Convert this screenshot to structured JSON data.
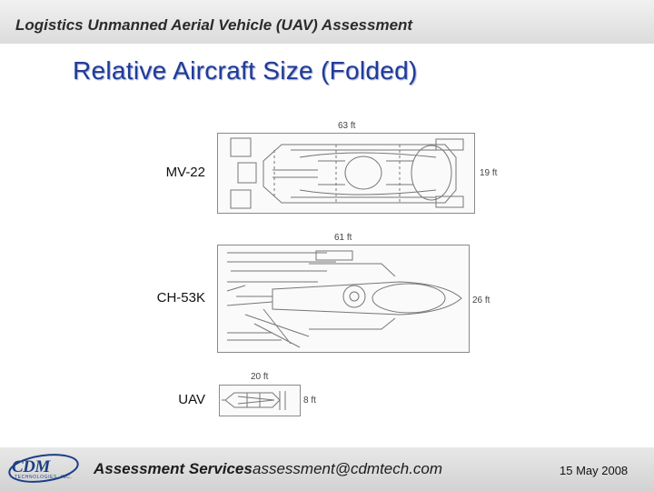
{
  "header": {
    "title": "Logistics Unmanned Aerial Vehicle (UAV) Assessment"
  },
  "slide": {
    "title": "Relative Aircraft Size (Folded)"
  },
  "aircraft": [
    {
      "label": "MV-22",
      "length": "63 ft",
      "width": "19 ft"
    },
    {
      "label": "CH-53K",
      "length": "61 ft",
      "width": "26 ft"
    },
    {
      "label": "UAV",
      "length": "20 ft",
      "width": "8 ft"
    }
  ],
  "footer": {
    "logo_text": "CDM",
    "logo_subtext": "TECHNOLOGIES, INC.",
    "services": "Assessment Services",
    "email": "assessment@cdmtech.com",
    "date": "15 May 2008"
  }
}
